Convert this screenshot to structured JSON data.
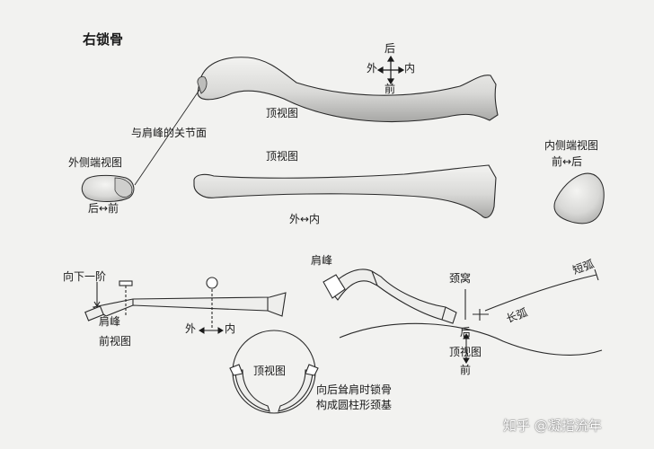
{
  "title": "右锁骨",
  "labels": {
    "direction_post": "后",
    "direction_out": "外",
    "direction_in": "内",
    "direction_ant": "前",
    "acromial_facet": "与肩峰的关节面",
    "top_view": "顶视图",
    "lateral_end_view": "外侧端视图",
    "post_ant": "后↔前",
    "out_in": "外↔内",
    "medial_end_view": "内侧端视图",
    "ant_post": "前↔后",
    "step_down": "向下一阶",
    "acromion": "肩峰",
    "front_view": "前视图",
    "jugular_notch": "颈窝",
    "short_arc": "短弧",
    "long_arc": "长弧",
    "top_view_circle": "顶视图",
    "shrug_line1": "向后耸肩时锁骨",
    "shrug_line2": "构成圆柱形颈基"
  },
  "watermark": "知乎 @凝指流年",
  "colors": {
    "background": "#f2f2f0",
    "bone_fill": "#dcdcda",
    "stroke": "#2a2a2a"
  }
}
